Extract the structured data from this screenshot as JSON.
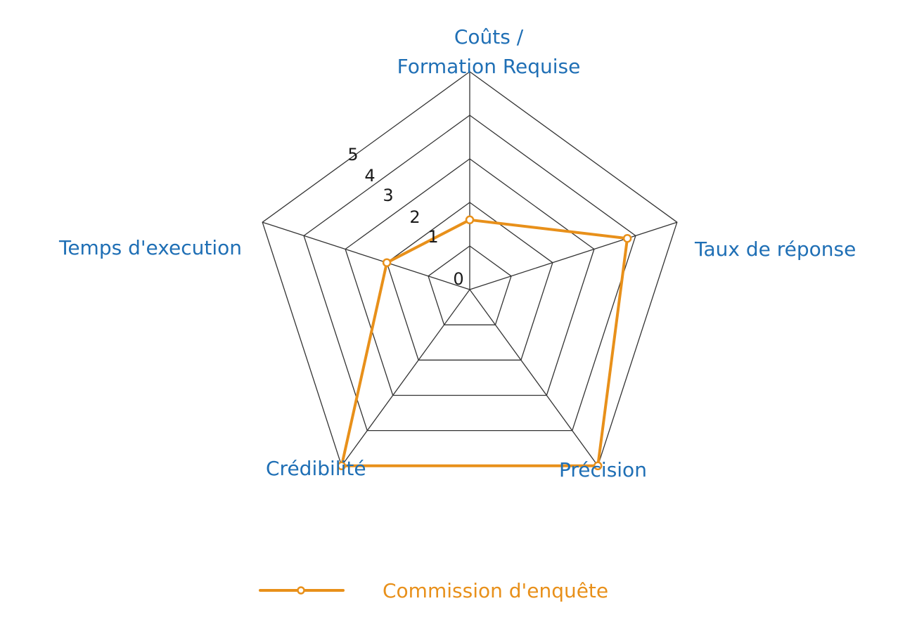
{
  "chart_data": {
    "type": "radar",
    "axes": [
      "Coûts / Formation Requise",
      "Taux de réponse",
      "Précision",
      "Crédibilité",
      "Temps d'execution"
    ],
    "axis_label_lines": [
      [
        "Coûts /",
        "Formation Requise"
      ],
      [
        "Taux de réponse"
      ],
      [
        "Précision"
      ],
      [
        "Crédibilité"
      ],
      [
        "Temps d'execution"
      ]
    ],
    "ticks": [
      "0",
      "1",
      "2",
      "3",
      "4",
      "5"
    ],
    "rmax": 5,
    "series": [
      {
        "name": "Commission d'enquête",
        "values": [
          1.6,
          3.8,
          5,
          5,
          2
        ],
        "color": "#e8901a"
      }
    ],
    "grid_color": "#333333",
    "label_color": "#1f6fb5",
    "legend_position": "bottom"
  }
}
